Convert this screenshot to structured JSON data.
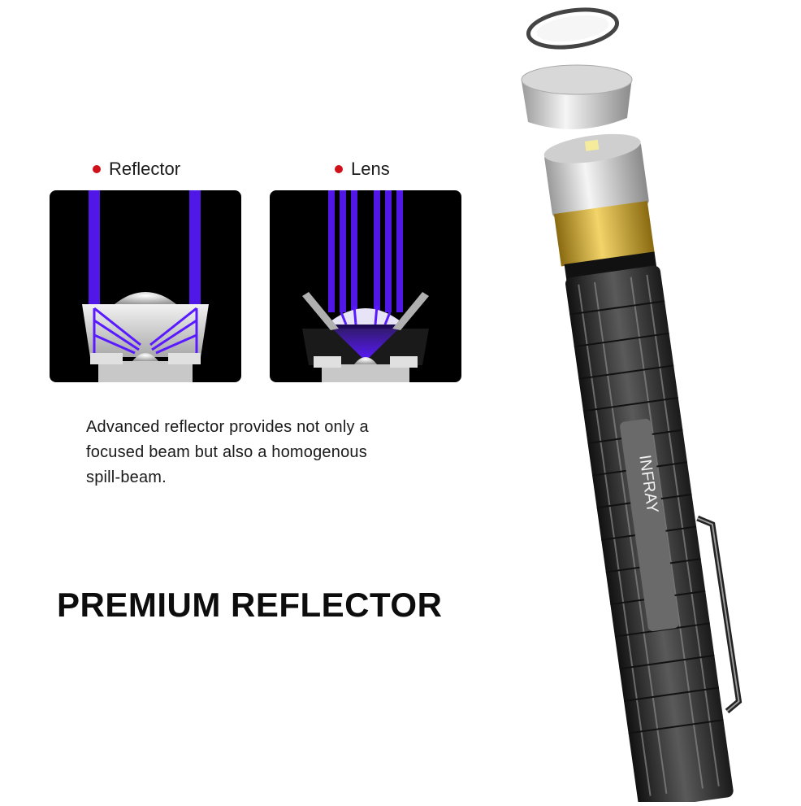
{
  "diagrams": [
    {
      "label": "Reflector",
      "bullet_color": "#d0101a",
      "beam_color": "#5a1aff"
    },
    {
      "label": "Lens",
      "bullet_color": "#d0101a",
      "beam_color": "#5a1aff"
    }
  ],
  "description": "Advanced reflector provides not only a focused beam but also a homogenous spill-beam.",
  "description_lines": [
    "Advanced reflector provides not only a",
    "focused beam but also a homogenous",
    "spill-beam."
  ],
  "headline": "PREMIUM REFLECTOR",
  "product": {
    "brand_text": "INFRAY",
    "body_color": "#2a2a2a",
    "accent_gold": "#c9a12a"
  }
}
